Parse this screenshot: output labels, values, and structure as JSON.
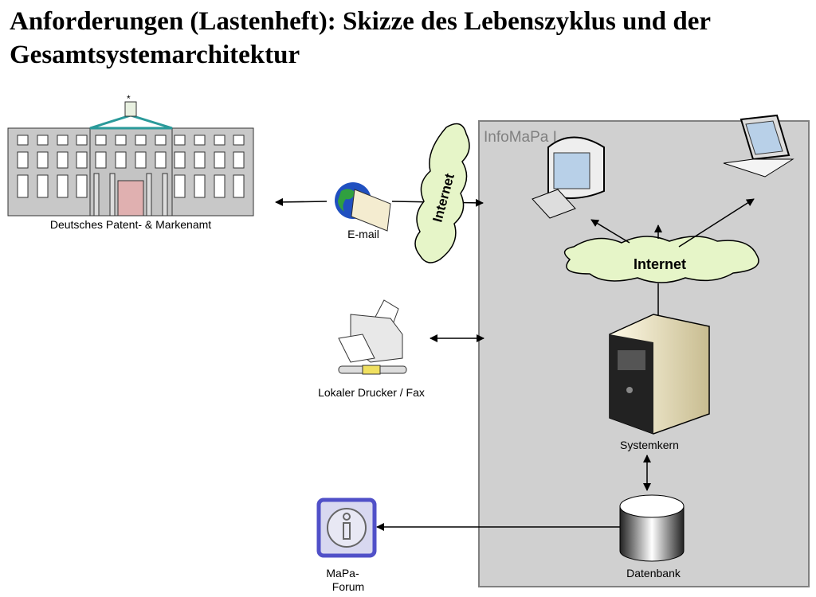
{
  "title": "Anforderungen (Lastenheft): Skizze des Lebenszyklus und der Gesamtsystemarchitektur",
  "system_box": {
    "label": "InfoMaPa I"
  },
  "nodes": {
    "dpma": "Deutsches Patent- & Markenamt",
    "email": "E-mail",
    "internet_vertical": "Internet",
    "internet_cloud": "Internet",
    "printer": "Lokaler Drucker / Fax",
    "server": "Systemkern",
    "database": "Datenbank",
    "forum_line1": "MaPa-",
    "forum_line2": "Forum"
  },
  "colors": {
    "system_box": "#d0d0d0",
    "cloud": "#e6f5c8",
    "forum_icon": "#5050c8",
    "roof": "#3aa8a8"
  }
}
